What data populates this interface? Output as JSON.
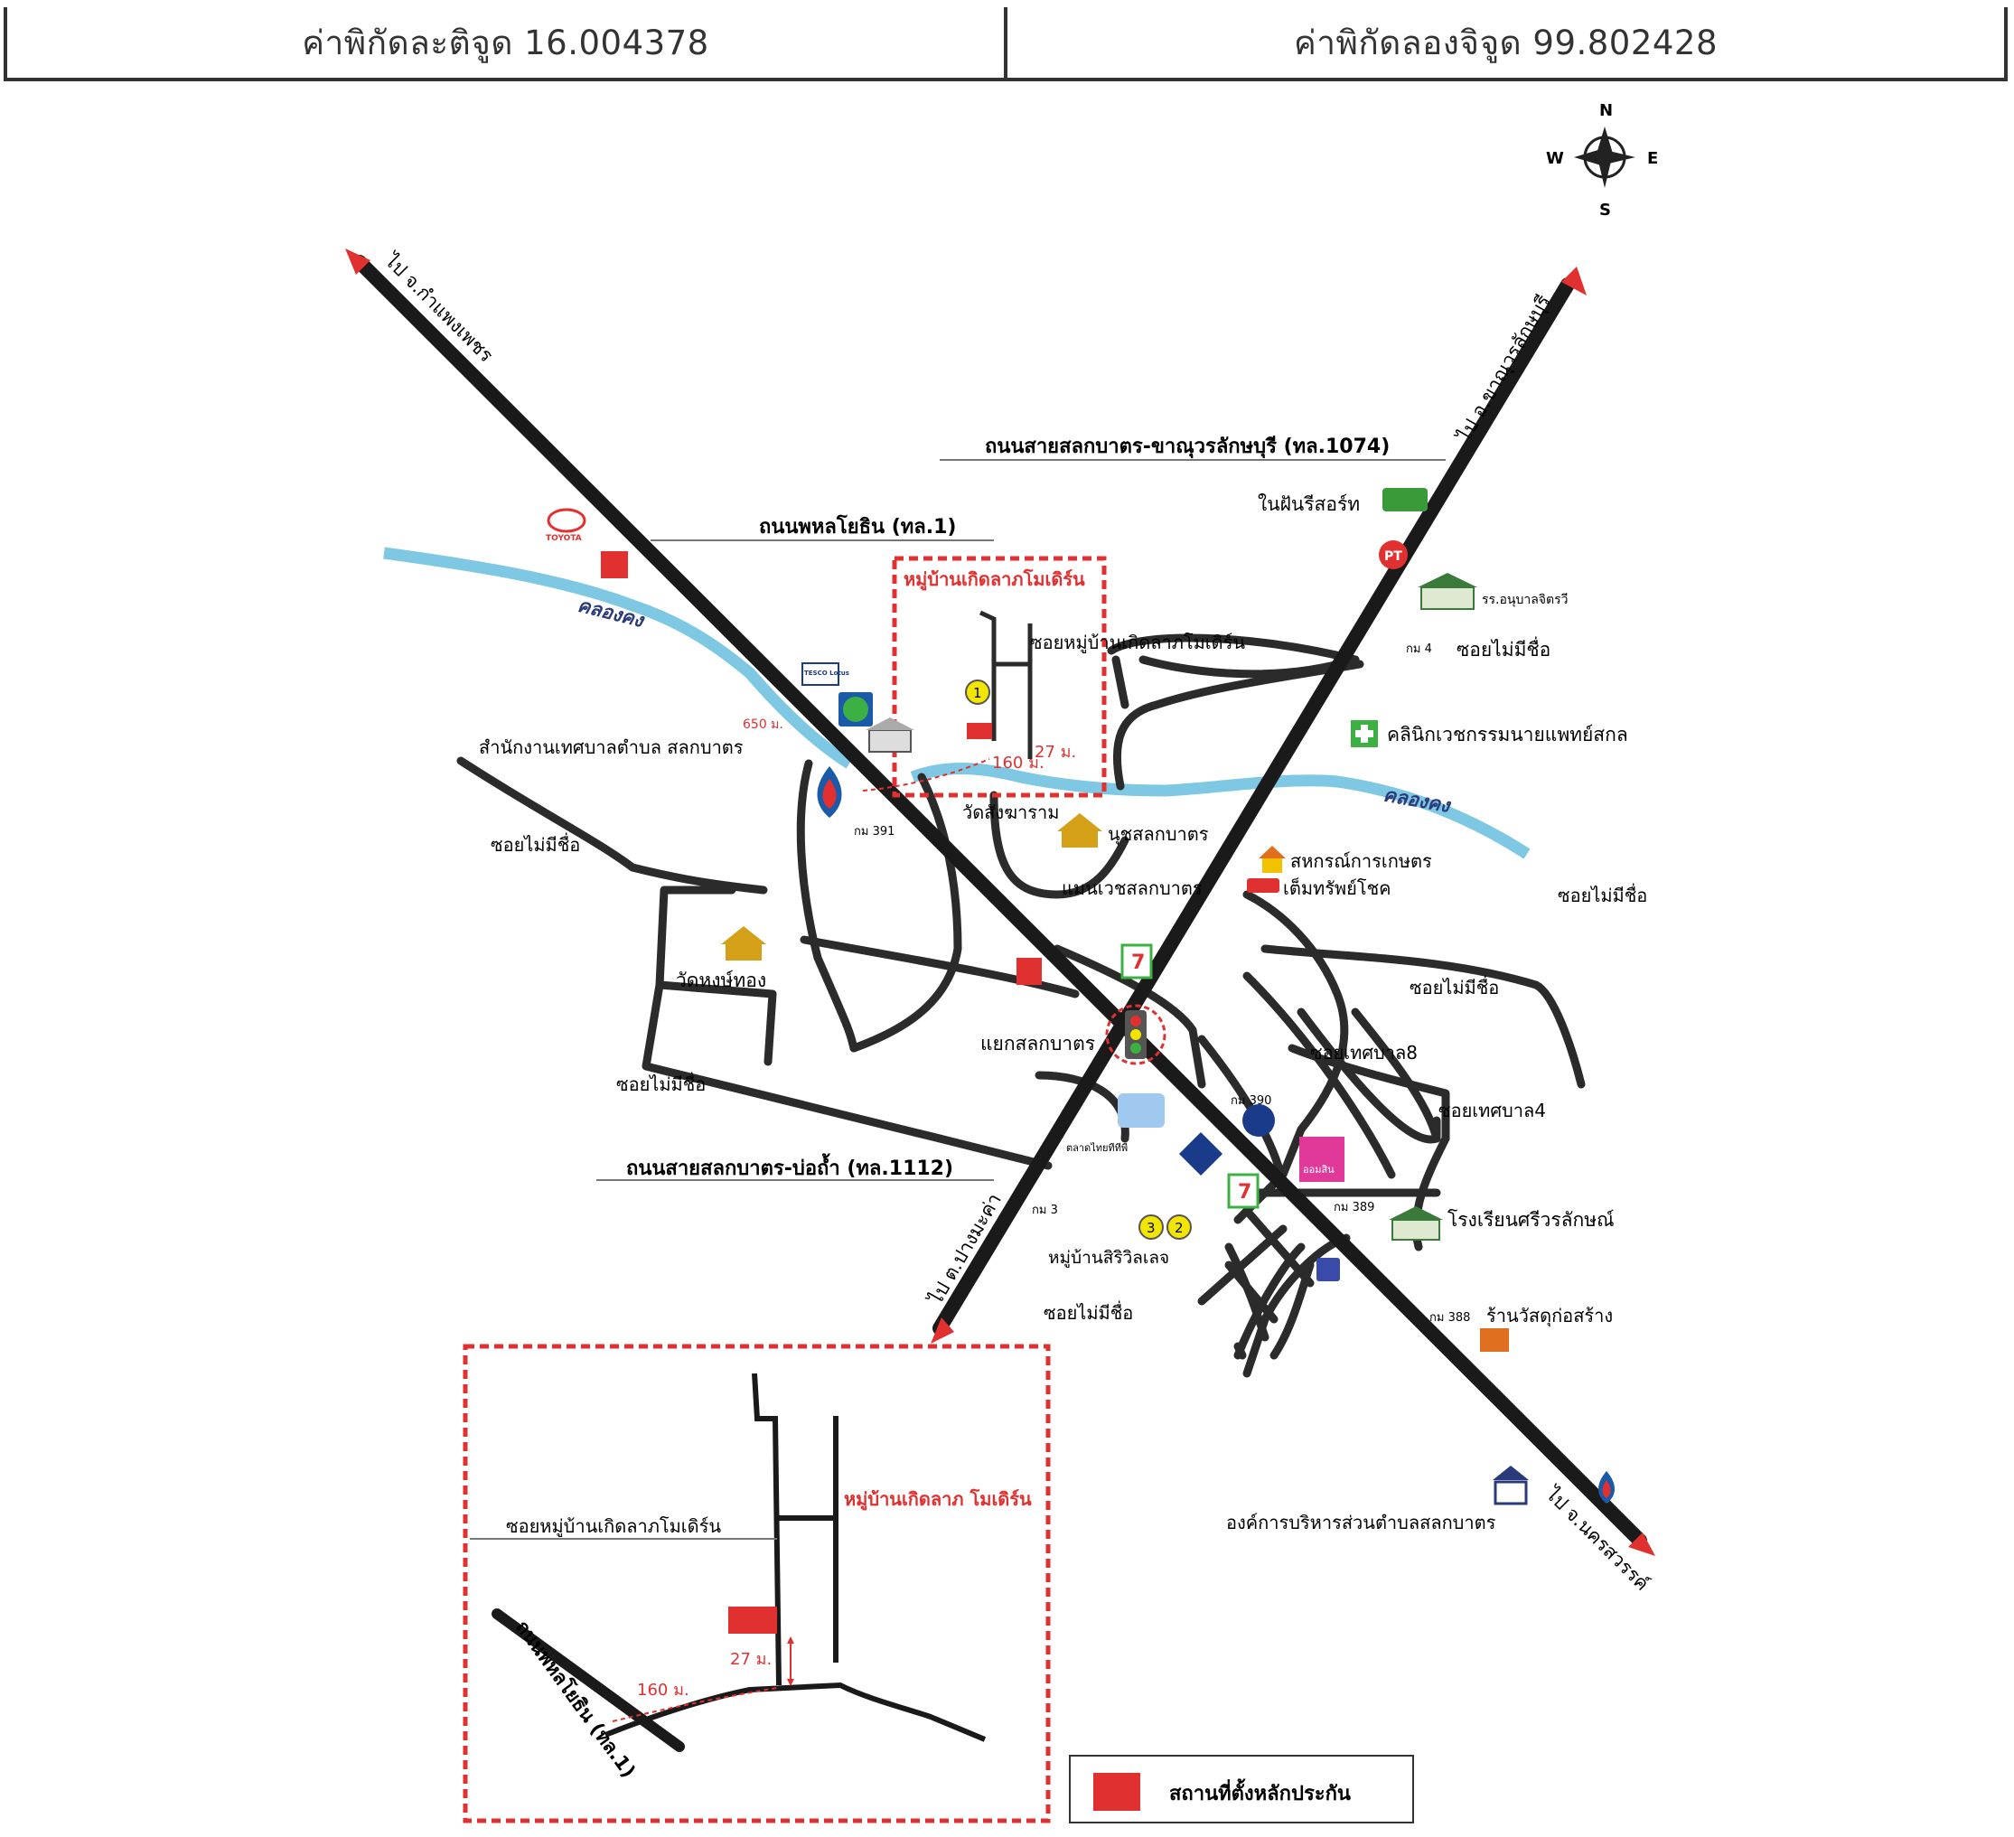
{
  "header": {
    "latitude": "ค่าพิกัดละติจูด 16.004378",
    "longitude": "ค่าพิกัดลองจิจูด 99.802428"
  },
  "compass": {
    "n": "N",
    "s": "S",
    "e": "E",
    "w": "W"
  },
  "directions": {
    "kamphaeng_phet": "ไป จ.กำแพงเพชร",
    "khanu": "ไป อ.ขาณุวรลักษบุรี",
    "pang_makha": "ไป ต.ปางมะค่า",
    "nakhon_sawan": "ไป จ.นครสวรรค์"
  },
  "roads": {
    "hwy1074": "ถนนสายสลกบาตร-ขาณุวรลักษบุรี (ทล.1074)",
    "phahon": "ถนนพหลโยธิน (ทล.1)",
    "hwy1112": "ถนนสายสลกบาตร-บ่อถ้ำ (ทล.1112)"
  },
  "canal": {
    "left": "คลองคง",
    "right": "คลองคง"
  },
  "places": {
    "nai_fan": "ในฝันรีสอร์ท",
    "anuban": "รร.อนุบาลจิตรวี",
    "soi_nameless_1": "ซอยไม่มีชื่อ",
    "clinic": "คลินิกเวชกรรมนายแพทย์สกล",
    "village_box_title": "หมู่บ้านเกิดลาภโมเดิร์น",
    "village_soi": "ซอยหมู่บ้านเกิดลาภโมเดิร์น",
    "municipality": "สำนักงานเทศบาลตำบล สลกบาตร",
    "dist_650": "650 ม.",
    "dist_160": "160 ม.",
    "dist_27": "27 ม.",
    "km_391": "กม 391",
    "km_4": "กม 4",
    "wat_sangkharam": "วัดสังฆาราม",
    "school_salokbat": "นุชสลกบาตร",
    "coop": "สหกรณ์การเกษตร",
    "hardware": "เต็มทรัพย์โชค",
    "mansion": "แมนเวชสลกบาตร",
    "soi_nameless_2": "ซอยไม่มีชื่อ",
    "soi_nameless_3": "ซอยไม่มีชื่อ",
    "soi_nameless_4": "ซอยไม่มีชื่อ",
    "soi_nameless_5": "ซอยไม่มีชื่อ",
    "soi_nameless_6": "ซอยไม่มีชื่อ",
    "wat_hongthong": "วัดหงษ์ทอง",
    "junction": "แยกสลกบาตร",
    "soi_municipal_8": "ซอยเทศบาล8",
    "soi_municipal_4": "ซอยเทศบาล4",
    "km_390": "กม 390",
    "km_389": "กม 389",
    "km_388": "กม 388",
    "km_3": "กม 3",
    "market": "ตลาดไทยทีทีพี",
    "sriwaralak": "โรงเรียนศรีวรลักษณ์",
    "siriwalai": "หมู่บ้านสิริวิลเลจ",
    "construction": "ร้านวัสดุก่อสร้าง",
    "sao": "องค์การบริหารส่วนตำบลสลกบาตร",
    "toyota": "TOYOTA",
    "tesco": "TESCO Lotus",
    "seven": "7-ELEVEN",
    "ommsin": "ออมสิน"
  },
  "inset": {
    "title": "หมู่บ้านเกิดลาภ โมเดิร์น",
    "soi": "ซอยหมู่บ้านเกิดลาภโมเดิร์น",
    "road": "ถนนพหลโยธิน (ทล.1)",
    "dist_160": "160 ม.",
    "dist_27": "27 ม."
  },
  "markers": [
    "1",
    "2",
    "3"
  ],
  "legend": {
    "label": "สถานที่ตั้งหลักประกัน"
  },
  "colors": {
    "road": "#2b2b2b",
    "canal": "#7ec8e3",
    "highlight": "#e03030",
    "marker": "#f2e600",
    "text_blue": "#2a3a7a"
  }
}
